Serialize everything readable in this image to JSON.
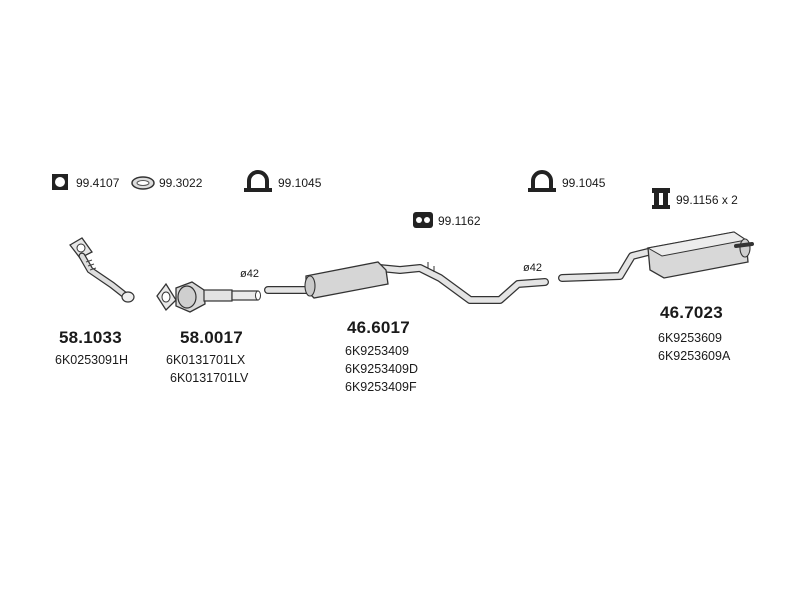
{
  "accessories": [
    {
      "icon": "clamp-ring-icon",
      "code": "99.4107"
    },
    {
      "icon": "gasket-icon",
      "code": "99.3022"
    },
    {
      "icon": "u-clamp-icon",
      "code": "99.1045"
    },
    {
      "icon": "rubber-hanger-icon",
      "code": "99.1162"
    },
    {
      "icon": "u-clamp-icon",
      "code": "99.1045"
    },
    {
      "icon": "bracket-icon",
      "code": "99.1156 x 2"
    }
  ],
  "parts": [
    {
      "number": "58.1033",
      "oem": [
        "6K0253091H"
      ]
    },
    {
      "number": "58.0017",
      "oem": [
        "6K0131701LX",
        "6K0131701LV"
      ]
    },
    {
      "number": "46.6017",
      "oem": [
        "6K9253409",
        "6K9253409D",
        "6K9253409F"
      ]
    },
    {
      "number": "46.7023",
      "oem": [
        "6K9253609",
        "6K9253609A"
      ]
    }
  ],
  "diameters": [
    "ø42",
    "ø42"
  ]
}
